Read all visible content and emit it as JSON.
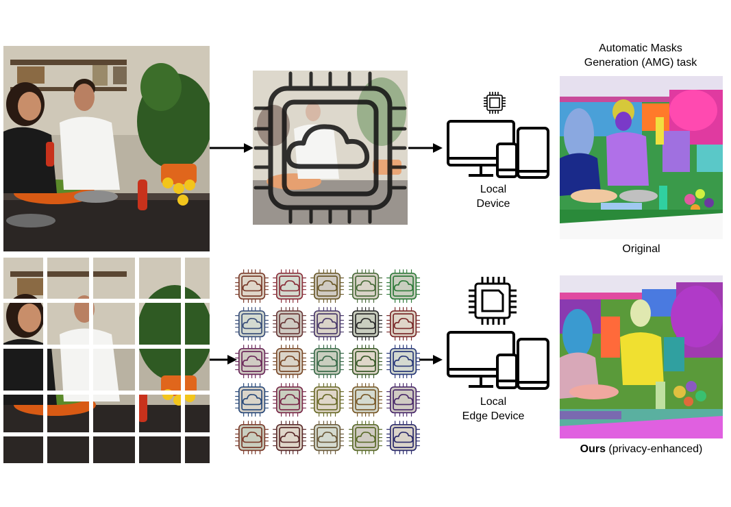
{
  "top_row": {
    "device_label_line1": "Local",
    "device_label_line2": "Device",
    "task_title_line1": "Automatic Masks",
    "task_title_line2": "Generation (AMG) task",
    "result_caption": "Original"
  },
  "bottom_row": {
    "device_label_line1": "Local",
    "device_label_line2": "Edge Device",
    "result_caption_bold": "Ours",
    "result_caption_rest": " (privacy-enhanced)"
  },
  "icons": {
    "processing": "cloud-chip-icon",
    "device": "computer-tablet-phone-icon",
    "small_chip": "chip-icon"
  },
  "grid": {
    "rows": 5,
    "cols": 5
  },
  "tile_tints": [
    [
      "#7a3b2a",
      "#8a2f3a",
      "#6b5a2a",
      "#4a6b3a",
      "#2f7a3a"
    ],
    [
      "#3a4f7a",
      "#6b3a3a",
      "#4a3a6b",
      "#2a2a2a",
      "#7a2a2a"
    ],
    [
      "#6b2a5a",
      "#7a4a2a",
      "#3a6b4a",
      "#3a5a2a",
      "#2a3a7a"
    ],
    [
      "#2a4a7a",
      "#7a2a4a",
      "#6b6b2a",
      "#7a5a2a",
      "#4a2a6b"
    ],
    [
      "#7a3a2a",
      "#5a2a2a",
      "#6b5a3a",
      "#5a6b2a",
      "#2a2a6b"
    ]
  ]
}
